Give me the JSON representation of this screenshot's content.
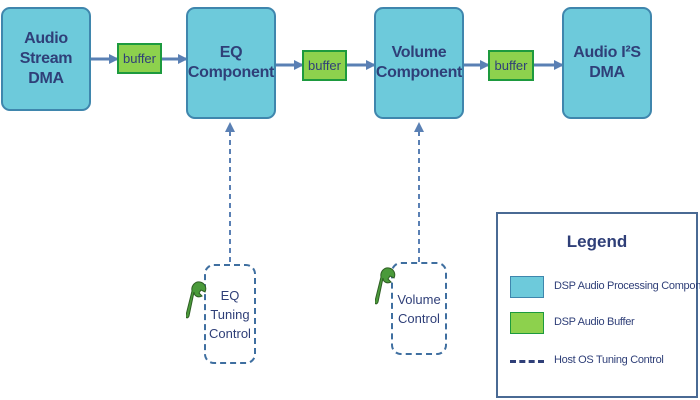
{
  "components": [
    {
      "id": "audio-stream-dma",
      "label": "Audio\nStream DMA"
    },
    {
      "id": "eq-component",
      "label": "EQ\nComponent"
    },
    {
      "id": "volume-component",
      "label": "Volume\nComponent"
    },
    {
      "id": "audio-i2s-dma",
      "label": "Audio I²S\nDMA"
    }
  ],
  "buffers": [
    "buffer",
    "buffer",
    "buffer"
  ],
  "controls": [
    {
      "id": "eq-tuning-control",
      "label": "EQ\nTuning\nControl",
      "icon": "wrench-icon"
    },
    {
      "id": "volume-control",
      "label": "Volume\nControl",
      "icon": "wrench-icon"
    }
  ],
  "legend": {
    "title": "Legend",
    "items": [
      {
        "label": "DSP Audio Processing Component",
        "kind": "component"
      },
      {
        "label": "DSP Audio Buffer",
        "kind": "buffer"
      },
      {
        "label": "Host OS Tuning Control",
        "kind": "dashed"
      }
    ]
  },
  "colors": {
    "component_fill": "#6dcadb",
    "component_border": "#3f86ad",
    "buffer_fill": "#8dd14d",
    "buffer_border": "#1d9a3e",
    "arrow": "#5a80b4",
    "text": "#2f3f78",
    "wrench": "#4a9a3a"
  }
}
